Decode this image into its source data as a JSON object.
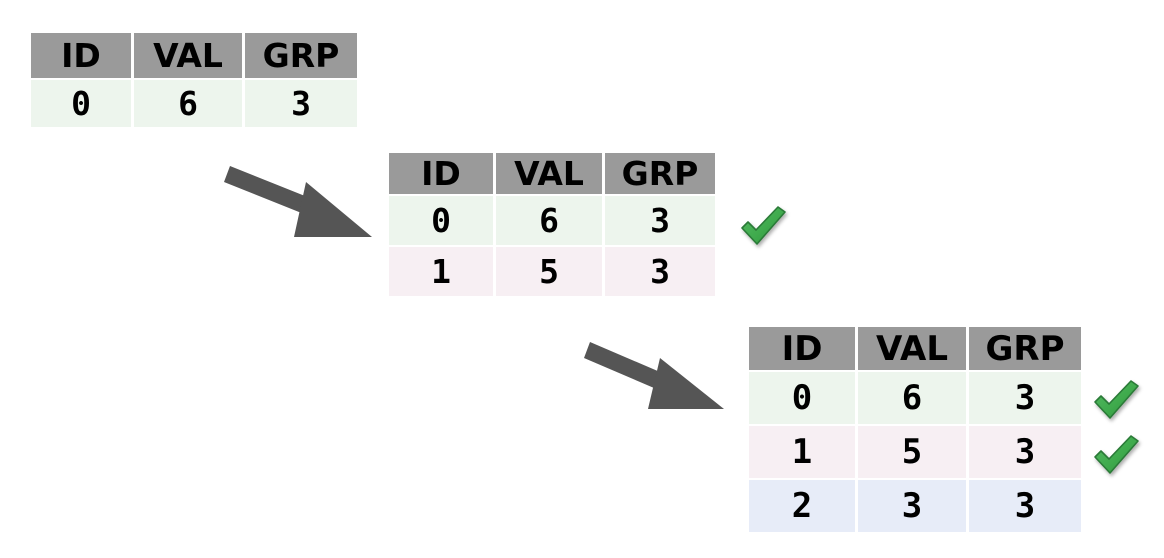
{
  "figure": {
    "kind": "incremental-table-diagram",
    "background": "#ffffff"
  },
  "palette": {
    "header_bg": "#9a9a9a",
    "row_green": "#edf5ed",
    "row_pink": "#f7eff3",
    "row_blue": "#e7ecf8",
    "text": "#000000",
    "arrow": "#555555",
    "check_fill": "#3faa4d",
    "check_stroke": "#2c7a37"
  },
  "columns": {
    "id": "ID",
    "val": "VAL",
    "grp": "GRP"
  },
  "tables": [
    {
      "name": "table-1",
      "headers": [
        "ID",
        "VAL",
        "GRP"
      ],
      "rows": [
        {
          "tint": "green",
          "cells": [
            "0",
            "6",
            "3"
          ],
          "check": false
        }
      ]
    },
    {
      "name": "table-2",
      "headers": [
        "ID",
        "VAL",
        "GRP"
      ],
      "rows": [
        {
          "tint": "green",
          "cells": [
            "0",
            "6",
            "3"
          ],
          "check": true
        },
        {
          "tint": "pink",
          "cells": [
            "1",
            "5",
            "3"
          ],
          "check": false
        }
      ]
    },
    {
      "name": "table-3",
      "headers": [
        "ID",
        "VAL",
        "GRP"
      ],
      "rows": [
        {
          "tint": "green",
          "cells": [
            "0",
            "6",
            "3"
          ],
          "check": true
        },
        {
          "tint": "pink",
          "cells": [
            "1",
            "5",
            "3"
          ],
          "check": true
        },
        {
          "tint": "blue",
          "cells": [
            "2",
            "3",
            "3"
          ],
          "check": false
        }
      ]
    }
  ],
  "arrows": [
    {
      "name": "arrow-1",
      "from": "table-1",
      "to": "table-2"
    },
    {
      "name": "arrow-2",
      "from": "table-2",
      "to": "table-3"
    }
  ],
  "checkmarks": [
    {
      "name": "check-t2-r1",
      "table": "table-2",
      "row": 0,
      "glyph": "check-mark"
    },
    {
      "name": "check-t3-r1",
      "table": "table-3",
      "row": 0,
      "glyph": "check-mark"
    },
    {
      "name": "check-t3-r2",
      "table": "table-3",
      "row": 1,
      "glyph": "check-mark"
    }
  ]
}
